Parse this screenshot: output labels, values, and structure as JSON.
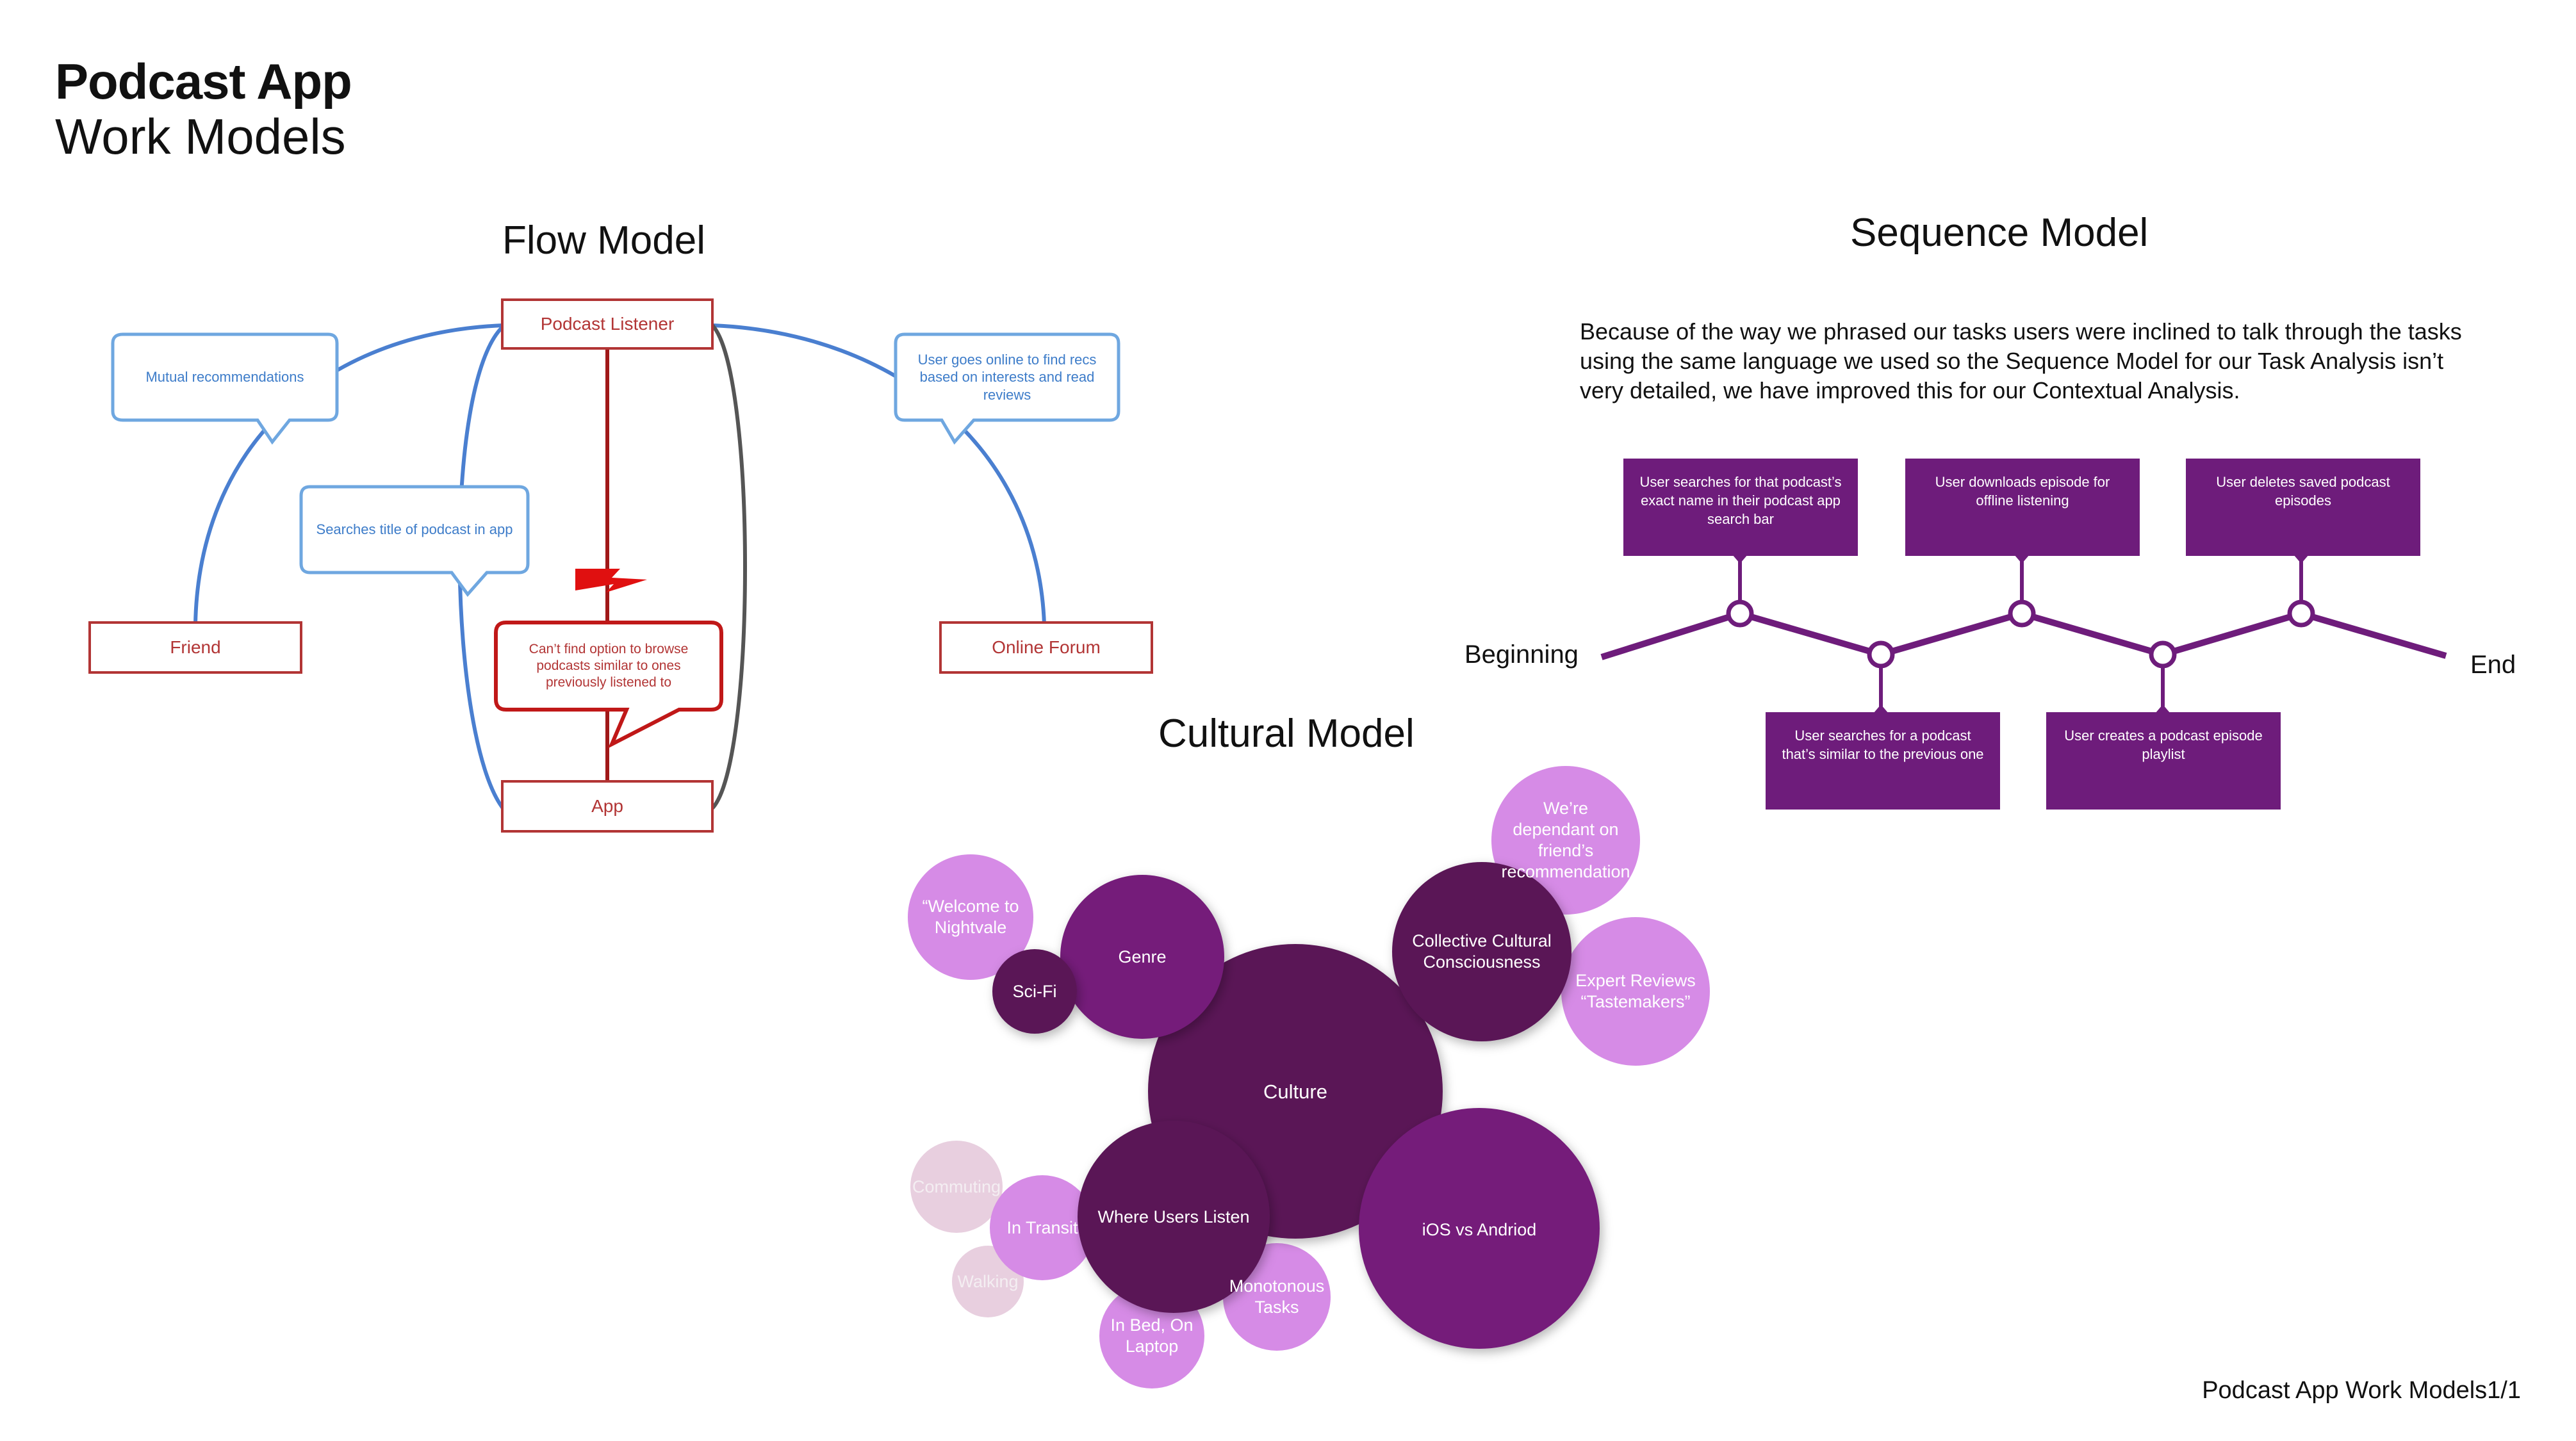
{
  "header": {
    "title": "Podcast App",
    "subtitle": "Work Models"
  },
  "flow_model": {
    "title": "Flow Model",
    "nodes": {
      "listener": "Podcast Listener",
      "friend": "Friend",
      "forum": "Online Forum",
      "app": "App"
    },
    "callouts": {
      "mutual": "Mutual recommendations",
      "online": "User goes online to find recs based on interests and read reviews",
      "search": "Searches title of podcast in app",
      "breakdown": "Can’t find option to browse podcasts similar to ones previously listened to"
    },
    "colors": {
      "box": "#b23535",
      "line_blue": "#4a7fd0",
      "line_red": "#a01818",
      "line_gray": "#555555"
    }
  },
  "sequence_model": {
    "title": "Sequence Model",
    "description": "Because of the way we phrased our tasks users were inclined to talk through the tasks using the same language we used so the Sequence Model for our Task Analysis isn’t very detailed, we have improved this for our Contextual Analysis.",
    "start_label": "Beginning",
    "end_label": "End",
    "steps": [
      "User searches for that podcast’s exact name  in their podcast app search bar",
      "User searches for a podcast that’s similar to the previous one",
      "User downloads episode for offline listening",
      "User creates a podcast episode playlist",
      "User deletes saved podcast episodes"
    ],
    "colors": {
      "card": "#6e1c7b",
      "line": "#6e1c7b"
    }
  },
  "cultural_model": {
    "title": "Cultural Model",
    "bubbles": {
      "culture": "Culture",
      "genre": "Genre",
      "scifi": "Sci-Fi",
      "nightvale": "“Welcome to Nightvale",
      "collective": "Collective Cultural Consciousness",
      "dependant": "We’re dependant on friend’s recommendation",
      "expert": "Expert Reviews “Tastemakers”",
      "where": "Where Users Listen",
      "transit": "In Transit",
      "commuting": "Commuting",
      "walking": "Walking",
      "bed": "In Bed, On Laptop",
      "monotonous": "Monotonous Tasks",
      "ios": "iOS vs Andriod"
    },
    "colors": {
      "dark": "#5a1657",
      "mid": "#741c7a",
      "light": "#d68be6",
      "faded": "#e8cfdf"
    }
  },
  "footer": {
    "label": "Podcast App Work Models1/1"
  }
}
